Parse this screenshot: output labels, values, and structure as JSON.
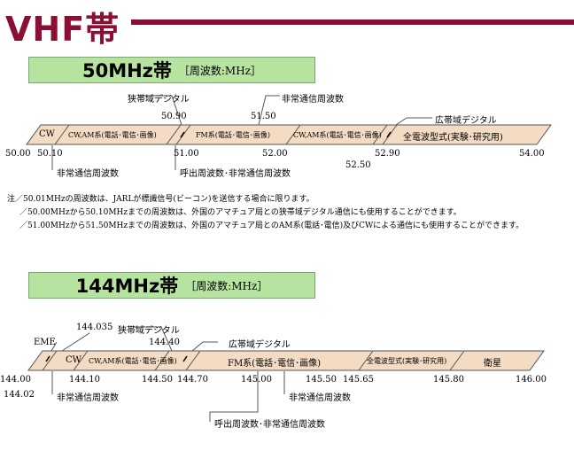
{
  "header": {
    "title": "VHF帯"
  },
  "band50": {
    "title": "50MHz帯",
    "subtitle": "［周波数:MHz］",
    "segments": [
      "CW",
      "CW,AM系(電話･電信･画像)",
      "FM系(電話･電信･画像)",
      "CW,AM系(電話･電信･画像)",
      "全電波型式(実験･研究用)"
    ],
    "freqs": [
      "50.00",
      "50.10",
      "50.90",
      "51.00",
      "51.50",
      "52.00",
      "52.50",
      "52.90",
      "54.00"
    ],
    "callouts": {
      "narrow_digital": "狭帯域デジタル",
      "non_regular_top": "非常通信周波数",
      "wide_digital": "広帯域デジタル",
      "non_regular_bottom": "非常通信周波数",
      "calling_non_regular": "呼出周波数･非常通信周波数"
    },
    "notes": [
      "注／50.01MHzの周波数は、JARLが標識信号(ビーコン)を送信する場合に限ります。",
      "／50.00MHzから50.10MHzまでの周波数は、外国のアマチュア局との狭帯域デジタル通信にも使用することができます。",
      "／51.00MHzから51.50MHzまでの周波数は、外国のアマチュア局とのAM系(電話･電信)及びCWによる通信にも使用することができます。"
    ]
  },
  "band144": {
    "title": "144MHz帯",
    "subtitle": "［周波数:MHz］",
    "segments": [
      "CW",
      "CW,AM系(電話･電信･画像)",
      "FM系(電話･電信･画像)",
      "全電波型式(実験･研究用)",
      "衛星"
    ],
    "freqs": [
      "144.00",
      "144.02",
      "144.035",
      "144.10",
      "144.40",
      "144.50",
      "144.70",
      "145.00",
      "145.50",
      "145.65",
      "145.80",
      "146.00"
    ],
    "callouts": {
      "eme": "EME",
      "narrow_digital": "狭帯域デジタル",
      "wide_digital": "広帯域デジタル",
      "non_regular_left": "非常通信周波数",
      "non_regular_right": "非常通信周波数",
      "calling_non_regular": "呼出周波数･非常通信周波数"
    }
  },
  "colors": {
    "header": "#8b0f33",
    "band_box": "#b6e4a0",
    "strip": "#f3dcc3"
  }
}
